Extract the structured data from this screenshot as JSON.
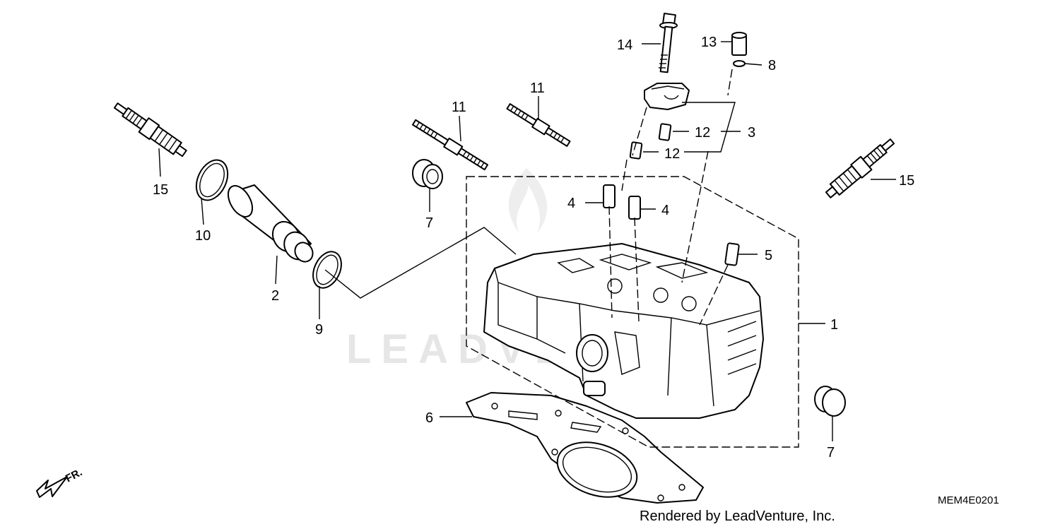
{
  "diagram": {
    "callouts": {
      "c1": "1",
      "c2": "2",
      "c3": "3",
      "c4a": "4",
      "c4b": "4",
      "c5": "5",
      "c6": "6",
      "c7a": "7",
      "c7b": "7",
      "c8": "8",
      "c9": "9",
      "c10": "10",
      "c11a": "11",
      "c11b": "11",
      "c12a": "12",
      "c12b": "12",
      "c13": "13",
      "c14": "14",
      "c15a": "15",
      "c15b": "15"
    },
    "front_indicator": "FR.",
    "diagram_code": "MEM4E0201",
    "watermark": "LEADVENTURE",
    "credit": "Rendered by LeadVenture, Inc."
  }
}
